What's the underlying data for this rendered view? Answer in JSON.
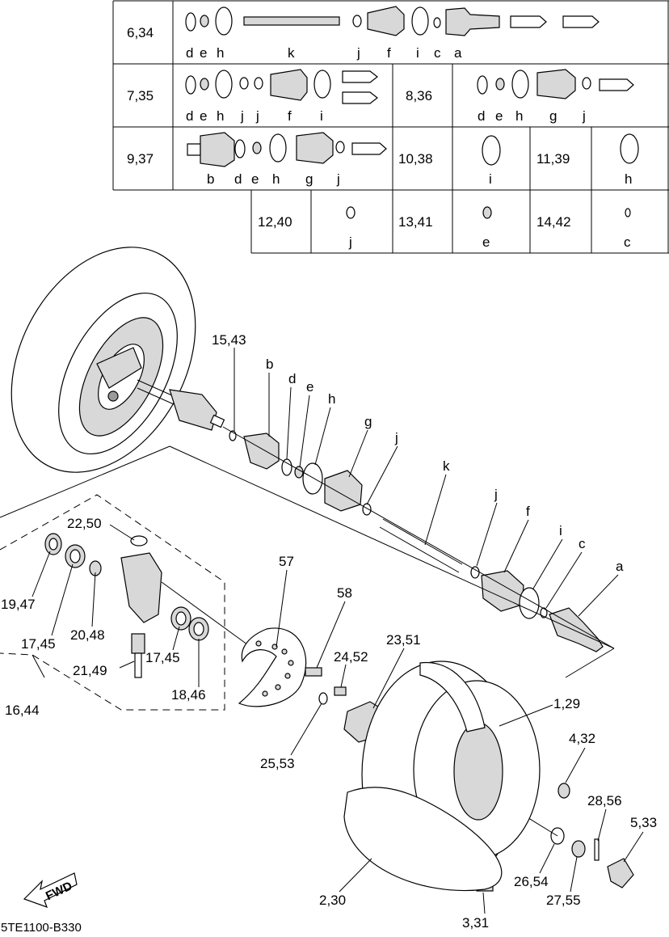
{
  "kit_table": [
    {
      "ref": "6,34",
      "letters": [
        "d",
        "e",
        "h",
        "k",
        "j",
        "f",
        "i",
        "c",
        "a"
      ]
    },
    {
      "ref": "7,35",
      "letters": [
        "d",
        "e",
        "h",
        "j",
        "j",
        "f",
        "i"
      ]
    },
    {
      "ref": "8,36",
      "letters": [
        "d",
        "e",
        "h",
        "g",
        "j"
      ]
    },
    {
      "ref": "9,37",
      "letters": [
        "b",
        "d",
        "e",
        "h",
        "g",
        "j"
      ]
    },
    {
      "ref": "10,38",
      "letters": [
        "i"
      ]
    },
    {
      "ref": "11,39",
      "letters": [
        "h"
      ]
    },
    {
      "ref": "12,40",
      "letters": [
        "j"
      ]
    },
    {
      "ref": "13,41",
      "letters": [
        "e"
      ]
    },
    {
      "ref": "14,42",
      "letters": [
        "c"
      ]
    }
  ],
  "callouts": {
    "c15": "15,43",
    "b": "b",
    "d": "d",
    "e": "e",
    "h": "h",
    "g": "g",
    "j": "j",
    "k": "k",
    "j2": "j",
    "f": "f",
    "i": "i",
    "c": "c",
    "a": "a",
    "c22": "22,50",
    "c57": "57",
    "c58": "58",
    "c19": "19,47",
    "c17a": "17,45",
    "c20": "20,48",
    "c21": "21,49",
    "c17b": "17,45",
    "c18": "18,46",
    "c16": "16,44",
    "c24": "24,52",
    "c23": "23,51",
    "c1": "1,29",
    "c4": "4,32",
    "c25": "25,53",
    "c28": "28,56",
    "c5": "5,33",
    "c26": "26,54",
    "c27": "27,55",
    "c2": "2,30",
    "c3": "3,31"
  },
  "fwd_label": "FWD",
  "diagram_code": "5TE1100-B330"
}
